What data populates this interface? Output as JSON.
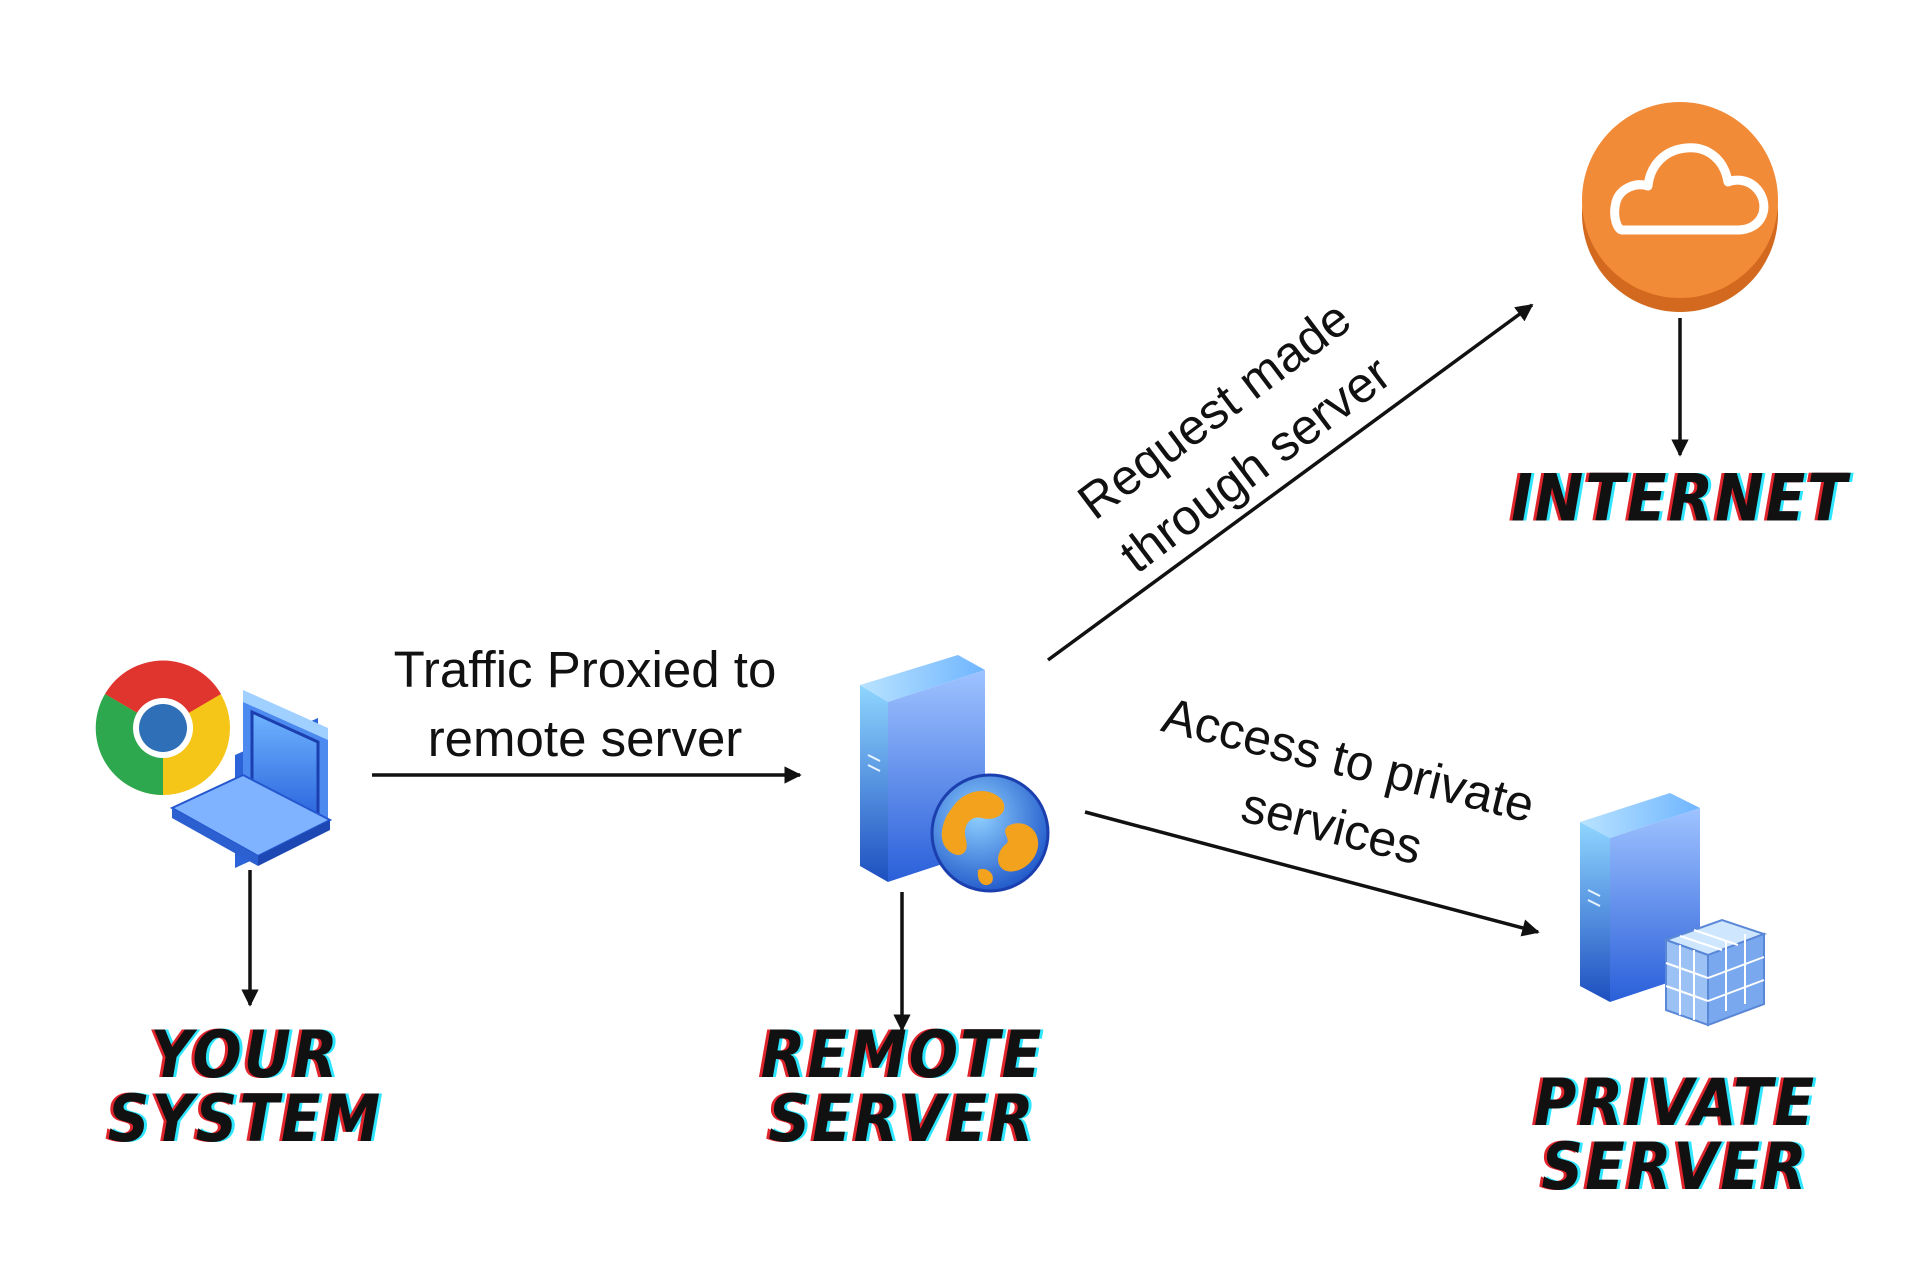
{
  "nodes": {
    "your_system": {
      "line1": "YOUR",
      "line2": "SYSTEM"
    },
    "remote_server": {
      "line1": "REMOTE",
      "line2": "SERVER"
    },
    "internet": {
      "line1": "INTERNET"
    },
    "private_server": {
      "line1": "PRIVATE",
      "line2": "SERVER"
    }
  },
  "edges": {
    "proxy": {
      "line1": "Traffic Proxied to",
      "line2": "remote server"
    },
    "request": {
      "line1": "Request made",
      "line2": "through server"
    },
    "access": {
      "line1": "Access to private",
      "line2": "services"
    }
  },
  "icons": {
    "your_system": [
      "chrome-browser-icon",
      "laptop-icon"
    ],
    "remote_server": [
      "server-icon",
      "globe-icon"
    ],
    "internet": [
      "cloud-icon"
    ],
    "private_server": [
      "server-icon",
      "database-grid-icon"
    ]
  },
  "colors": {
    "cloud_orange": "#f28b38",
    "server_blue": "#3f74e0",
    "label_red_shadow": "#e0242c",
    "label_cyan_shadow": "#2ee6ff",
    "arrow": "#111111"
  }
}
